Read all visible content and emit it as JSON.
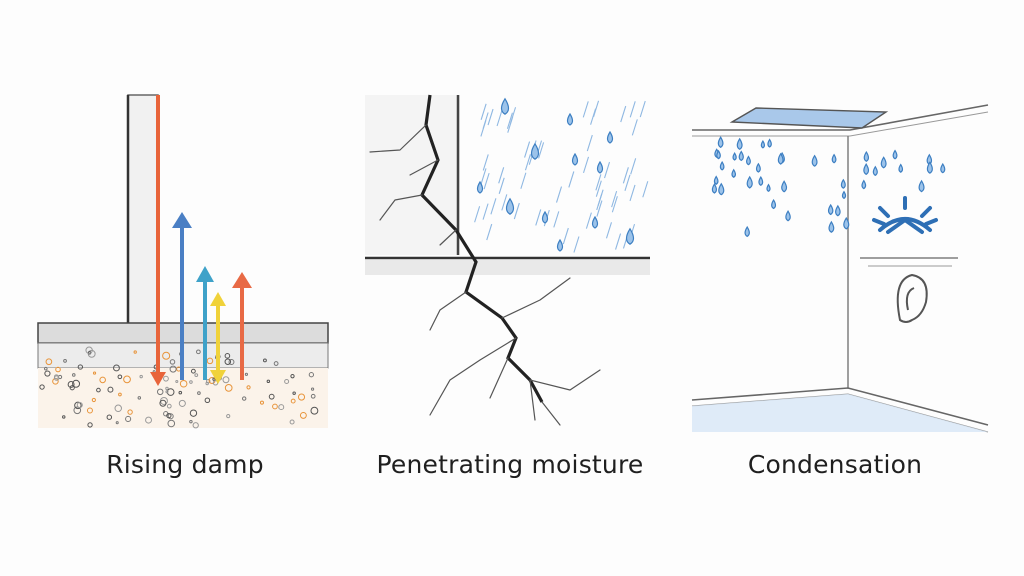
{
  "panels": [
    {
      "id": "rising-damp",
      "caption": "Rising damp"
    },
    {
      "id": "penetrating-moisture",
      "caption": "Penetrating moisture"
    },
    {
      "id": "condensation",
      "caption": "Condensation"
    }
  ],
  "colors": {
    "arrow_red": "#e8643a",
    "arrow_blue": "#4a7fc4",
    "arrow_teal": "#3fa2c9",
    "arrow_yellow": "#f0d23a",
    "arrow_orange": "#e86a45",
    "water": "#4f94d4",
    "crack": "#222222",
    "icon_blue": "#2e6fb5"
  },
  "icons": [
    "droplet-icon",
    "ear-icon",
    "sun-ray-icon"
  ]
}
